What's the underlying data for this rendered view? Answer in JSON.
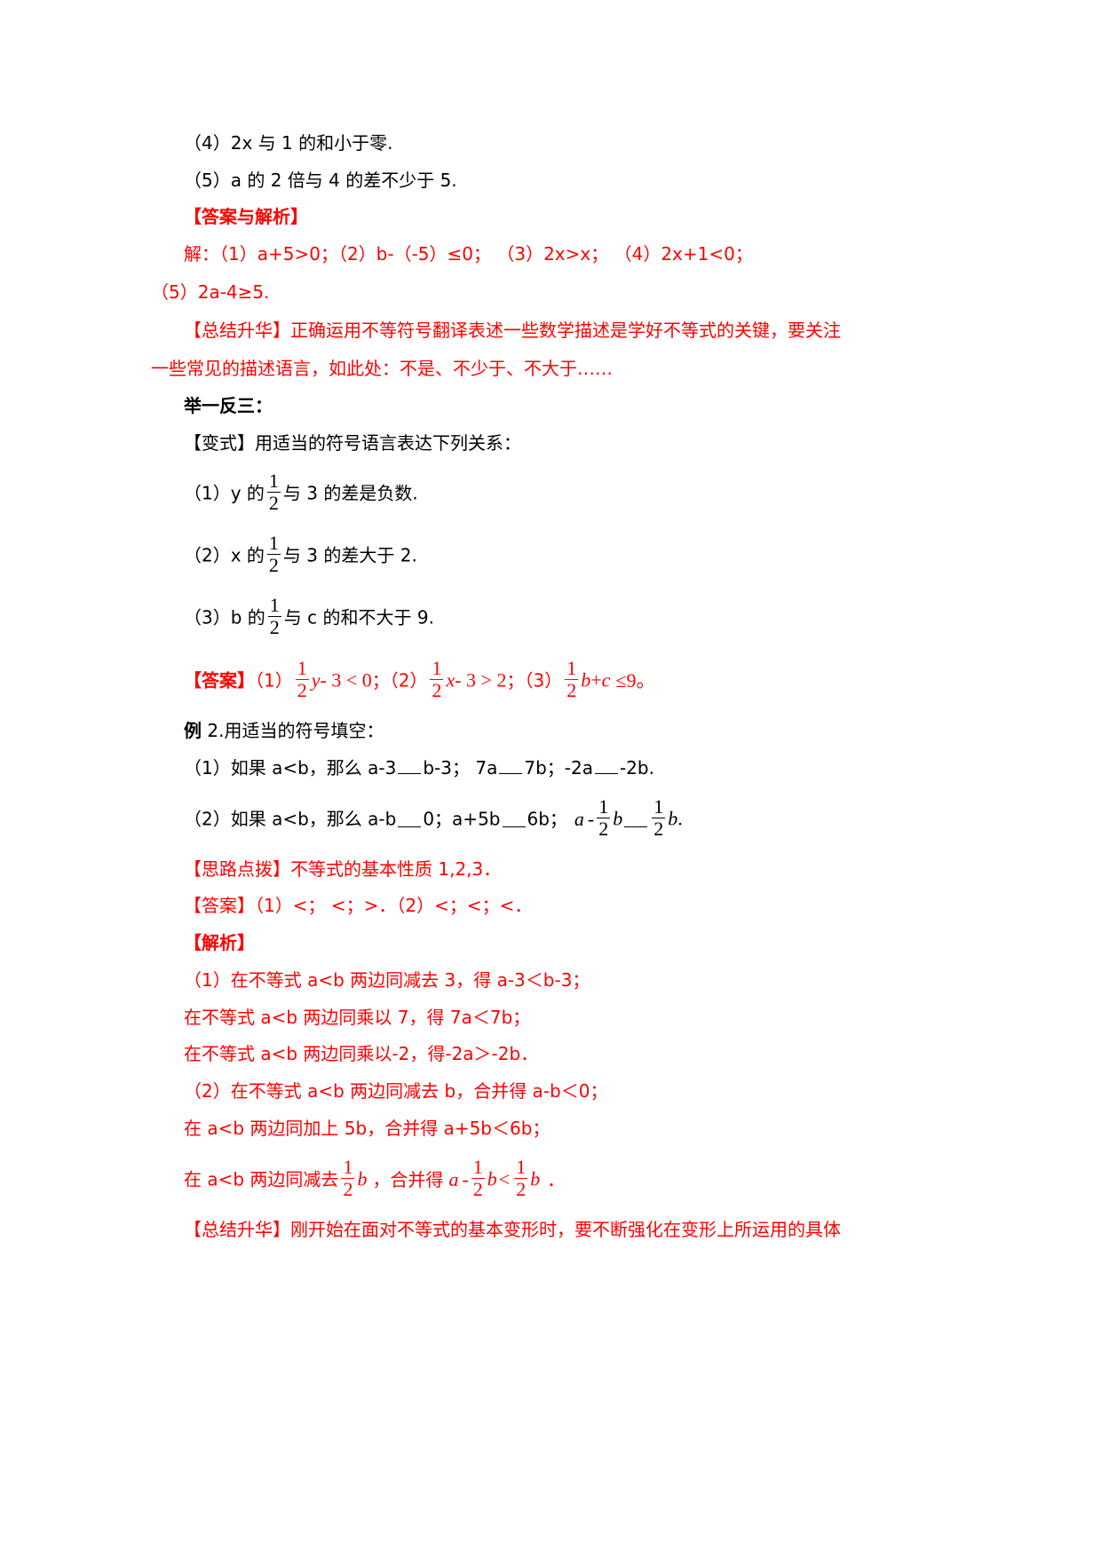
{
  "lines": {
    "l1": "（4）2x 与 1 的和小于零.",
    "l2": "（5）a 的 2 倍与 4 的差不少于 5.",
    "l3": "【答案与解析】",
    "l4": "解：（1）a+5>0；（2）b-（-5）≤0；   （3）2x>x；   （4）2x+1<0；",
    "l5": "（5）2a-4≥5.",
    "l6": "【总结升华】正确运用不等符号翻译表述一些数学描述是学好不等式的关键，要关注",
    "l7": "一些常见的描述语言，如此处：不是、不少于、不大于……",
    "l8": "举一反三：",
    "l9": "【变式】用适当的符号语言表达下列关系：",
    "l10a": "（1）y 的",
    "l10b": "与 3 的差是负数.",
    "l11a": "（2）x 的",
    "l11b": "与 3 的差大于 2.",
    "l12a": "（3）b 的",
    "l12b": "与 c 的和不大于 9.",
    "ans_label": "【答案】",
    "ans_p1": "（1）",
    "ans_y": "y",
    "ans_m1": "- 3 < 0",
    "ans_p2": "；（2）",
    "ans_x": "x",
    "ans_m2": "- 3 > 2",
    "ans_p3": "；（3）",
    "ans_b": "b",
    "ans_plus": "+",
    "ans_c": "c",
    "ans_m3": "≤9。",
    "l14a": "例",
    "l14b": " 2.用适当的符号填空：",
    "l15a": "（1）如果 a<b，那么 a-3",
    "l15b": "b-3；  7a",
    "l15c": "7b；-2a",
    "l15d": "-2b.",
    "l16a": "（2）如果 a<b，那么 a-b",
    "l16b": "0；a+5b",
    "l16c": "6b；",
    "l16_a": "a",
    "l16_minus": "-",
    "l16_b1": "b",
    "l16_b2": "b",
    "l16_end": ".",
    "l17": "【思路点拨】不等式的基本性质 1,2,3．",
    "l18": "【答案】（1）<； <；>．（2）<；<；<．",
    "l19": "【解析】",
    "l20": "（1）在不等式 a<b 两边同减去 3，得 a-3＜b-3；",
    "l21": "在不等式 a<b 两边同乘以 7，得 7a＜7b；",
    "l22": "在不等式 a<b 两边同乘以-2，得-2a＞-2b．",
    "l23": "（2）在不等式 a<b 两边同减去 b，合并得 a-b＜0；",
    "l24": "在 a<b 两边同加上 5b，合并得 a+5b＜6b；",
    "l25a": "在 a<b 两边同减去",
    "l25_b1": "b",
    "l25b": "，合并得",
    "l25_a": "a",
    "l25_minus": "-",
    "l25_b2": "b",
    "l25_lt": "<",
    "l25_b3": "b",
    "l25_end": "．",
    "l26": "【总结升华】刚开始在面对不等式的基本变形时，要不断强化在变形上所运用的具体"
  },
  "frac": {
    "num": "1",
    "den": "2"
  },
  "colors": {
    "accent": "#ff0000",
    "text": "#000000"
  }
}
